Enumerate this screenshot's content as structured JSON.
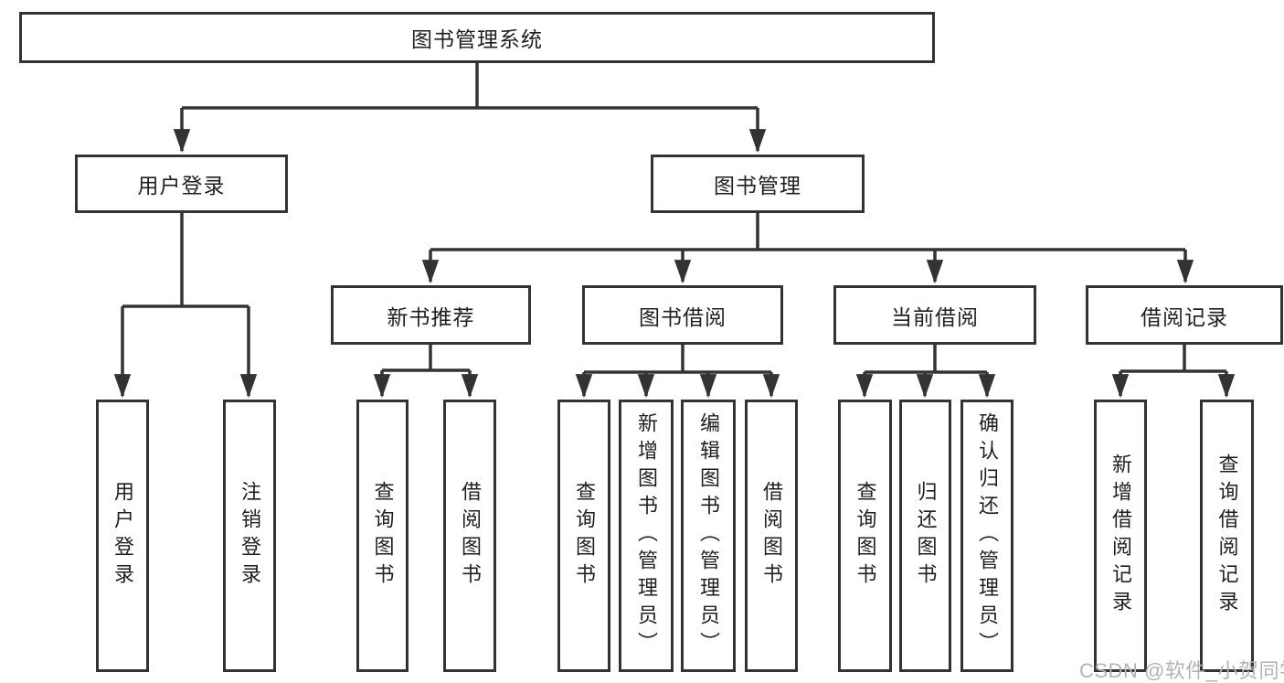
{
  "diagram": {
    "watermark": "CSDN @软件_小贺同学",
    "colors": {
      "line": "#333333",
      "box_border": "#333333",
      "text": "#1f1f1f",
      "watermark": "#b3b3b3",
      "background": "#ffffff"
    },
    "tree": {
      "root": "图书管理系统",
      "children": [
        {
          "label": "用户登录",
          "children": [
            {
              "label": "用户登录"
            },
            {
              "label": "注销登录"
            }
          ]
        },
        {
          "label": "图书管理",
          "children": [
            {
              "label": "新书推荐",
              "children": [
                {
                  "label": "查询图书"
                },
                {
                  "label": "借阅图书"
                }
              ]
            },
            {
              "label": "图书借阅",
              "children": [
                {
                  "label": "查询图书"
                },
                {
                  "label": "新增图书（管理员）"
                },
                {
                  "label": "编辑图书（管理员）"
                },
                {
                  "label": "借阅图书"
                }
              ]
            },
            {
              "label": "当前借阅",
              "children": [
                {
                  "label": "查询图书"
                },
                {
                  "label": "归还图书"
                },
                {
                  "label": "确认归还（管理员）"
                }
              ]
            },
            {
              "label": "借阅记录",
              "children": [
                {
                  "label": "新增借阅记录"
                },
                {
                  "label": "查询借阅记录"
                }
              ]
            }
          ]
        }
      ]
    }
  }
}
